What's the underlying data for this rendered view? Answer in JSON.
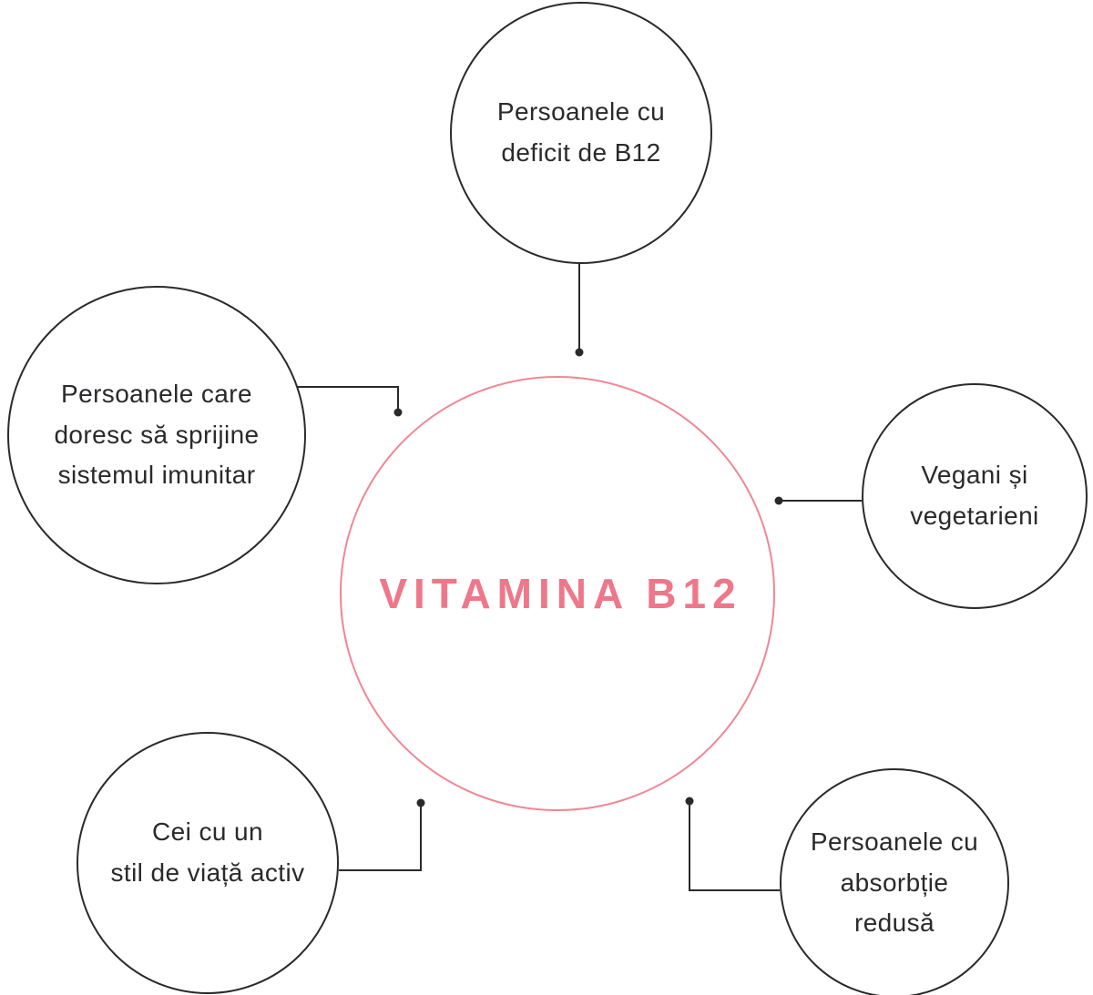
{
  "diagram": {
    "center_node": {
      "label": "VITAMINA B12"
    },
    "nodes": {
      "top": {
        "lines": [
          "Persoanele cu",
          "deficit de B12"
        ]
      },
      "left": {
        "lines": [
          "Persoanele care",
          "doresc să sprijine",
          "sistemul imunitar"
        ]
      },
      "right": {
        "lines": [
          "Vegani și",
          "vegetarieni"
        ]
      },
      "bottom_left": {
        "lines": [
          "Cei cu un",
          "stil de viață activ"
        ]
      },
      "bottom_right": {
        "lines": [
          "Persoanele cu",
          "absorbție",
          "redusă"
        ]
      }
    }
  },
  "colors": {
    "ink": "#2a2a2c",
    "accent_pink_text": "#ee7789",
    "accent_pink_stroke": "#f08695",
    "background": "#ffffff"
  }
}
